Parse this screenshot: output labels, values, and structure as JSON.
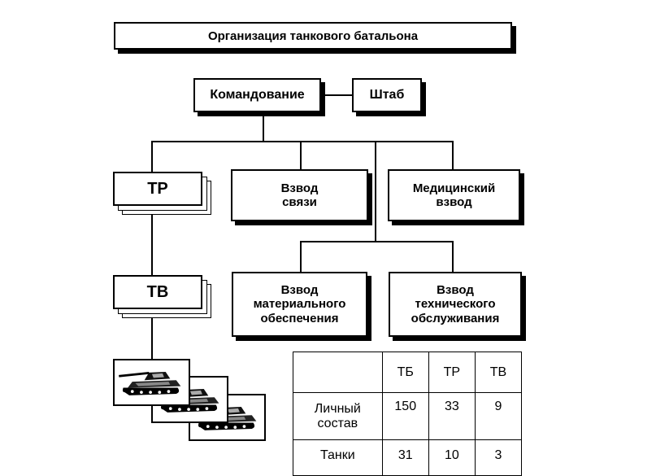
{
  "title": "Организация танкового батальона",
  "command": "Командование",
  "staff": "Штаб",
  "units": {
    "tr": "ТР",
    "comms_l1": "Взвод",
    "comms_l2": "связи",
    "medical_l1": "Медицинский",
    "medical_l2": "взвод",
    "tv": "ТВ",
    "supply_l1": "Взвод",
    "supply_l2": "материального",
    "supply_l3": "обеспечения",
    "maint_l1": "Взвод",
    "maint_l2": "технического",
    "maint_l3": "обслуживания"
  },
  "table": {
    "headers": [
      "",
      "ТБ",
      "ТР",
      "ТВ"
    ],
    "rows": [
      {
        "label_l1": "Личный",
        "label_l2": "состав",
        "values": [
          "150",
          "33",
          "9"
        ]
      },
      {
        "label_l1": "Танки",
        "label_l2": "",
        "values": [
          "31",
          "10",
          "3"
        ]
      }
    ]
  },
  "icons": {
    "tank": "tank-icon"
  }
}
